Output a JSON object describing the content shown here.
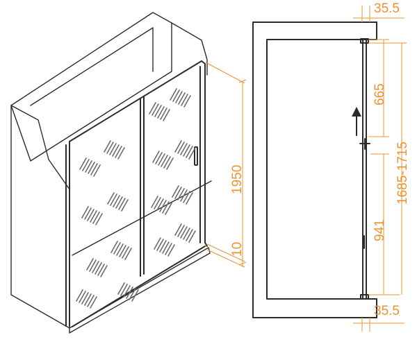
{
  "colors": {
    "outline": "#2b2b2b",
    "dimension": "#f0922f",
    "glass_pattern": "#6a6a6a",
    "background": "#ffffff"
  },
  "icons": {
    "arrow": "up-arrow-icon"
  },
  "dimensions": {
    "left": {
      "height_total": "1950",
      "bottom_gap": "10"
    },
    "right": {
      "top_wall_profile": "35.5",
      "upper_segment": "665",
      "lower_segment": "941",
      "adjustable_range": "1685-1715",
      "bottom_wall_profile": "35.5"
    }
  }
}
